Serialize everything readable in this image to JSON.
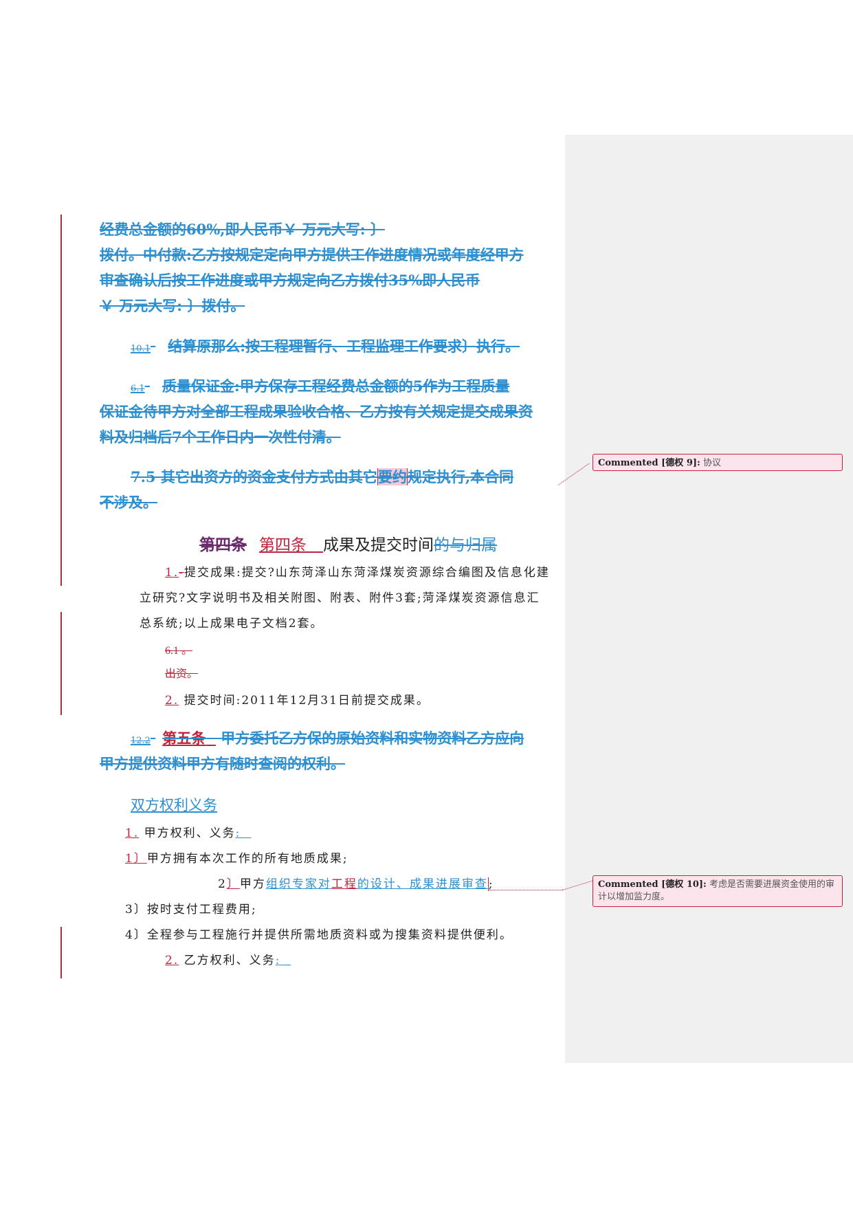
{
  "deleted_block": {
    "line1": "经费总金额的60%,即人民币￥        万元大写:                                    〕",
    "line2": "拨付。中付款:乙方按规定定向甲方提供工作进度情况或年度经甲方",
    "line3": "审查确认后按工作进度或甲方规定向乙方拨付35%即人民币",
    "line4": "￥          万元大写:                                 〕拨付。",
    "p10_num": "10.1",
    "p10_text": "结算原那么:按工程理暂行、工程监理工作要求〕执行。",
    "p6_num": "6.1",
    "p6_line1": "质量保证金:甲方保存工程经费总金额的5作为工程质量",
    "p6_line2": "保证金待甲方对全部工程成果验收合格、乙方按有关规定提交成果资",
    "p6_line3": "料及归档后7个工作日内一次性付清。",
    "p75_a": "7.5    其它出资方的资金支付方式由其它",
    "p75_b": "要约",
    "p75_c": "规定执行,本合同",
    "p75_line2": "不涉及。"
  },
  "article4": {
    "old": "第四条",
    "new": "第四条",
    "title": "成果及提交时间",
    "title_del": "的与归属",
    "item1_num": "1.",
    "item1_line1": "提交成果:提交?山东菏泽山东菏泽煤炭资源综合编图及信息化建",
    "item1_line2": "立研究?文字说明书及相关附图、附表、附件3套;菏泽煤炭资源信息汇",
    "item1_line3": "总系统;以上成果电子文档2套。",
    "del_a": "6.1 。",
    "del_b": "出资。",
    "item2_num": "2.",
    "item2_text": "提交时间:2011年12月31日前提交成果。"
  },
  "article5": {
    "num_del": "12.2",
    "new": "第五条",
    "line1": "甲方委托乙方保的原始资料和实物资料乙方应向",
    "line2": "甲方提供资料甲方有随时查阅的权利。"
  },
  "rights": {
    "heading": "双方权利义务",
    "a_num": "1.",
    "a_text": "甲方权利、义务",
    "a_colon": ":",
    "i1_num": "1〕",
    "i1_text": "甲方拥有本次工作的所有地质成果;",
    "i2_num": "2",
    "i2_ins": "〕",
    "i2_pre": "甲方",
    "i2_b1": "组织专家对",
    "i2_r1": "工程",
    "i2_b2": "的设计、成果进展审查",
    "i2_end": ";",
    "i3": "3〕按时支付工程费用;",
    "i4": "4〕全程参与工程施行并提供所需地质资料或为搜集资料提供便利。",
    "b_num": "2.",
    "b_text": "乙方权利、义务",
    "b_colon": ":"
  },
  "comments": [
    {
      "author": "Commented [德权 9]:",
      "text": "协议"
    },
    {
      "author": "Commented [德权 10]:",
      "text": "考虑是否需要进展资金使用的审计以增加监力度。"
    }
  ],
  "colors": {
    "deleted": "#2d8fd0",
    "inserted": "#c0243c",
    "sidebar": "#f0f0f0"
  }
}
